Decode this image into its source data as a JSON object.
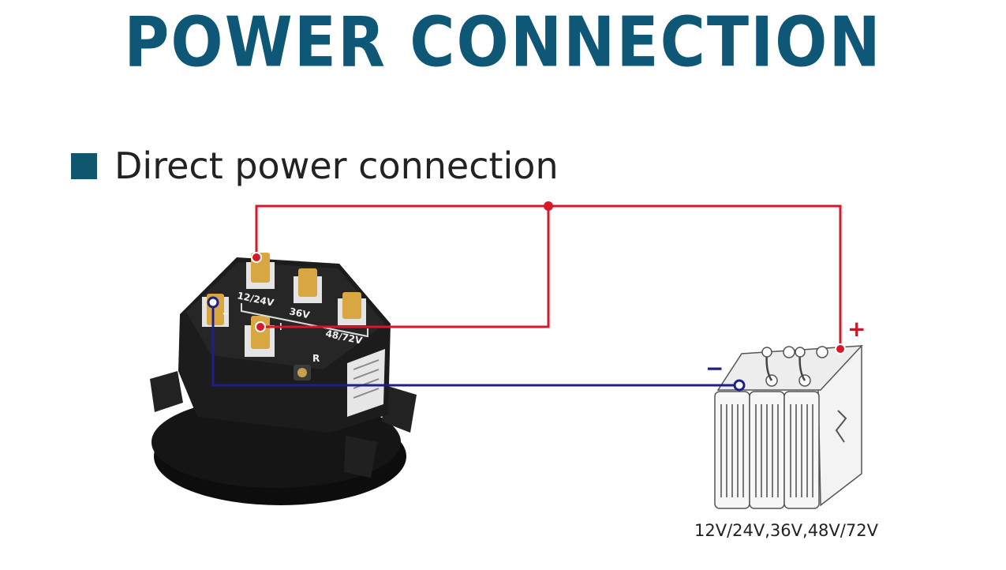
{
  "title": "POWER CONNECTION",
  "subtitle": "Direct power connection",
  "meter": {
    "terminal_labels": {
      "t12_24": "12/24V",
      "t36": "36V",
      "t48_72": "48/72V",
      "reset": "R",
      "plus": "+",
      "minus": "-"
    }
  },
  "battery": {
    "plus_sign": "+",
    "minus_sign": "−",
    "voltage_caption": "12V/24V,36V,48V/72V"
  },
  "colors": {
    "title": "#0f5777",
    "bullet": "#10566f",
    "positive_wire": "#d7182a",
    "negative_wire": "#1f1f8a",
    "terminal": "#d9a742",
    "meter_body": "#1c1c1c"
  }
}
